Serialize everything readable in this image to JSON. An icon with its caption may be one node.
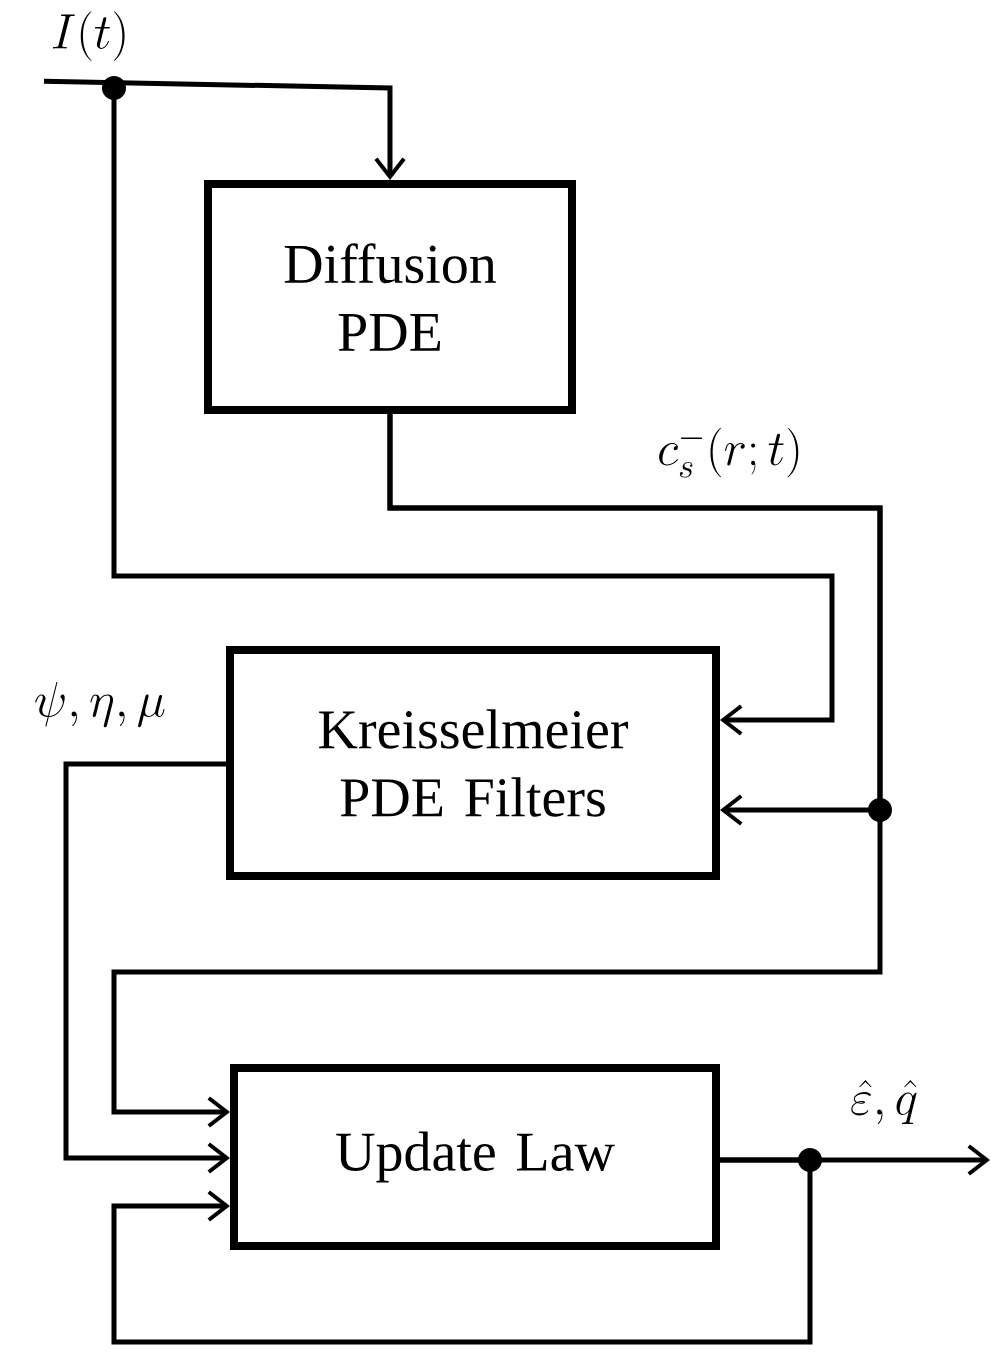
{
  "diagram": {
    "nodes": [
      {
        "text": [
          "I(t)"
        ]
      },
      {
        "text": [
          "Diffusion PDE"
        ]
      },
      {
        "text": [
          "Kreisselmeier PDE Filters"
        ]
      },
      {
        "text": [
          "Update Law"
        ]
      }
    ],
    "edges": [
      {
        "from": 0,
        "to": 1,
        "arrow": "to"
      },
      {
        "from": 0,
        "to": 2,
        "arrow": "to"
      },
      {
        "from": 1,
        "to": 2,
        "arrow": "to",
        "label": "c_s^{-}(r;t)"
      },
      {
        "from": 1,
        "to": 3,
        "arrow": "to"
      },
      {
        "from": 2,
        "to": 3,
        "arrow": "to",
        "label": "\\psi, \\eta, \\mu"
      },
      {
        "from": 3,
        "to": null,
        "arrow": "to",
        "label": "\\hat{\\varepsilon}, \\hat{q}"
      },
      {
        "from": 3,
        "to": 3,
        "arrow": "to"
      }
    ]
  }
}
